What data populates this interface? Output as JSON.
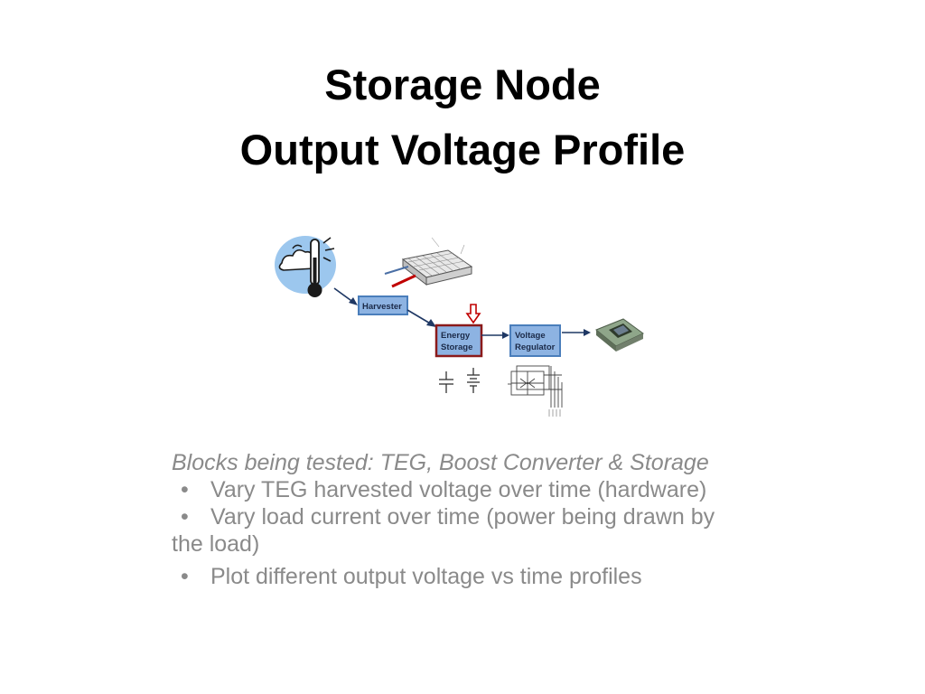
{
  "title": {
    "line1": "Storage Node",
    "line2": "Output Voltage Profile"
  },
  "diagram": {
    "harvester_label": "Harvester",
    "energy_storage_line1": "Energy",
    "energy_storage_line2": "Storage",
    "voltage_regulator_line1": "Voltage",
    "voltage_regulator_line2": "Regulator",
    "colors": {
      "box_fill": "#8db3e2",
      "box_border": "#4a7ebb",
      "storage_border": "#8b1a1a",
      "arrow": "#1f3864",
      "input_arrow": "#c00000"
    }
  },
  "content": {
    "lead": "Blocks being tested: TEG, Boost Converter & Storage",
    "bullets": [
      {
        "marker": "•",
        "text": "Vary TEG harvested voltage over  time (hardware)"
      },
      {
        "marker": "•",
        "text": "Vary load current over time (power being drawn by",
        "continuation": "the load)"
      },
      {
        "marker": "•",
        "text": "Plot different output voltage vs time profiles"
      }
    ]
  }
}
